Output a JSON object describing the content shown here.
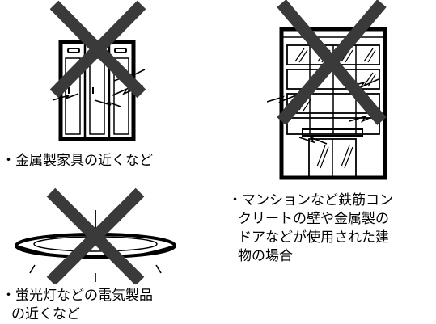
{
  "captions": {
    "metal_furniture": {
      "line1": "・金属製家具の近くなど"
    },
    "concrete_building": {
      "line1": "・マンションなど鉄筋コン",
      "line2": "クリートの壁や金属製の",
      "line3": "ドアなどが使用された建",
      "line4": "物の場合"
    },
    "fluorescent_light": {
      "line1": "・蛍光灯などの電気製品",
      "line2": "の近くなど"
    }
  },
  "colors": {
    "ink": "#000000",
    "cross": "#3a3a3a",
    "background": "#ffffff"
  },
  "icons": {
    "furniture": "locker-cabinet-illustration",
    "building": "apartment-building-illustration",
    "light": "ceiling-light-illustration",
    "prohibited": "x-cross-icon"
  }
}
